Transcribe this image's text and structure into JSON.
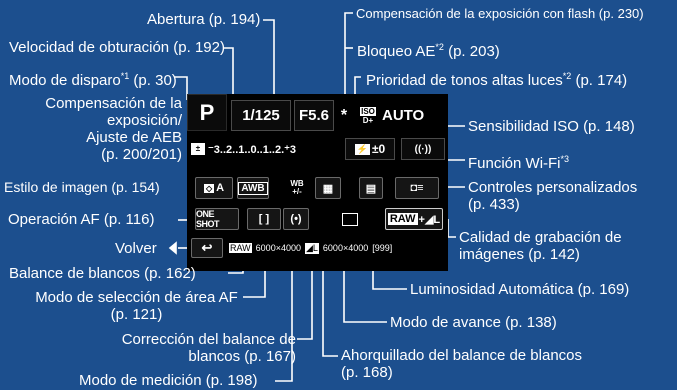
{
  "labels": {
    "abertura": "Abertura (p. 194)",
    "comp_flash": "Compensación de la exposición con flash (p. 230)",
    "velocidad": "Velocidad de obturación (p. 192)",
    "bloqueo_ae": "Bloqueo AE",
    "bloqueo_ae_sup": "*2",
    "bloqueo_ae_page": " (p. 203)",
    "modo_disparo": "Modo de disparo",
    "modo_disparo_sup": "*1",
    "modo_disparo_page": " (p. 30)",
    "prioridad": "Prioridad de tonos altas luces",
    "prioridad_sup": "*2",
    "prioridad_page": " (p. 174)",
    "comp_exp_1": "Compensación de la",
    "comp_exp_2": "exposición/",
    "comp_exp_3": "Ajuste de AEB",
    "comp_exp_4": "(p. 200/201)",
    "iso": "Sensibilidad ISO (p. 148)",
    "wifi": "Función Wi-Fi",
    "wifi_sup": "*3",
    "estilo": "Estilo de imagen (p. 154)",
    "controles_1": "Controles personalizados",
    "controles_2": "(p. 433)",
    "operacion_af": "Operación AF (p. 116)",
    "volver": "Volver",
    "calidad_1": "Calidad de grabación de",
    "calidad_2": "imágenes (p. 142)",
    "balance": "Balance de blancos (p. 162)",
    "luminosidad": "Luminosidad Automática (p. 169)",
    "seleccion_af_1": "Modo de selección de área AF",
    "seleccion_af_2": "(p. 121)",
    "avance": "Modo de avance (p. 138)",
    "correccion_1": "Corrección del balance de",
    "correccion_2": "blancos (p. 167)",
    "ahorquillado_1": "Ahorquillado del balance de blancos",
    "ahorquillado_2": "(p. 168)",
    "medicion": "Modo de medición (p. 198)"
  },
  "screen": {
    "mode": "P",
    "shutter": "1/125",
    "aperture": "F5.6",
    "ae_lock": "*",
    "iso_badge": "ISO",
    "iso_sub": "D+",
    "iso_value": "AUTO",
    "exp_scale": "⁻3..2..1..0..1..2.⁺3",
    "flash_badge": "⚡",
    "flash_value": "±0",
    "wifi_glyph": "((·))",
    "style": "A",
    "awb": "AWB",
    "wb_shift_top": "WB",
    "wb_shift_bottom": "+/-",
    "af_op": "ONE SHOT",
    "quality_raw": "RAW",
    "quality_l": "+◢L",
    "raw_info": "6000×4000",
    "l_info": "6000×4000",
    "shots": "[999]",
    "raw_tag": "RAW",
    "l_tag": "◢L"
  }
}
